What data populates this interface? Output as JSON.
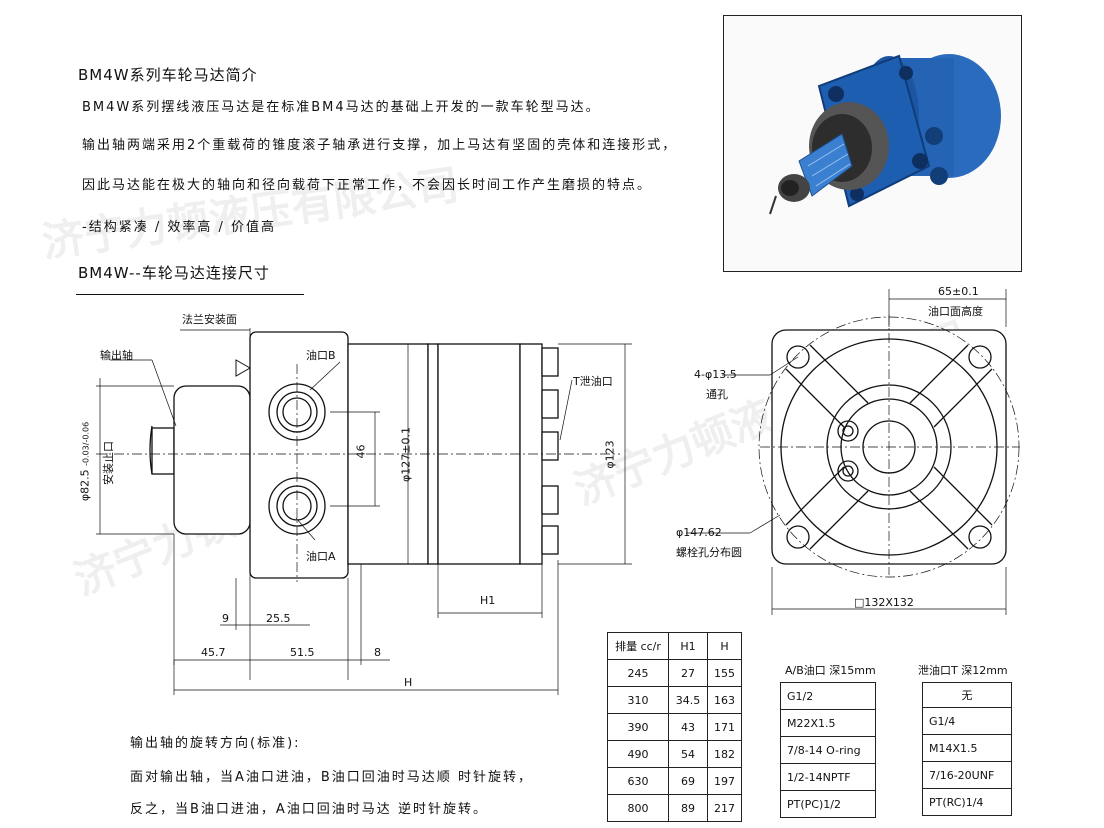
{
  "intro": {
    "title": "BM4W系列车轮马达简介",
    "line1": "BM4W系列摆线液压马达是在标准BM4马达的基础上开发的一款车轮型马达。",
    "line2": "输出轴两端采用2个重载荷的锥度滚子轴承进行支撑，加上马达有坚固的壳体和连接形式，",
    "line3": "因此马达能在极大的轴向和径向载荷下正常工作，不会因长时间工作产生磨损的特点。",
    "features": "-结构紧凑  / 效率高  / 价值高"
  },
  "dims_title": "BM4W--车轮马达连接尺寸",
  "drawing": {
    "flange_face": "法兰安装面",
    "output_shaft": "输出轴",
    "port_b": "油口B",
    "port_a": "油口A",
    "drain_port": "T泄油口",
    "pilot_dia": "φ82.5",
    "pilot_tol": "-0.03/-0.06",
    "pilot_label": "安装止口",
    "dim_46": "46",
    "dim_127": "φ127±0.1",
    "dim_123": "φ123",
    "dim_9": "9",
    "dim_25_5": "25.5",
    "dim_45_7": "45.7",
    "dim_51_5": "51.5",
    "dim_8": "8",
    "dim_h1": "H1",
    "dim_h": "H",
    "dim_65": "65±0.1",
    "port_height": "油口面高度",
    "holes": "4-φ13.5",
    "holes_sub": "通孔",
    "bolt_circle": "φ147.62",
    "bolt_circle_sub": "螺栓孔分布圆",
    "square": "□132X132"
  },
  "rotation": {
    "title": "输出轴的旋转方向(标准):",
    "line1": "面对输出轴，当A油口进油，B油口回油时马达顺 时针旋转，",
    "line2": "反之，当B油口进油，A油口回油时马达 逆时针旋转。"
  },
  "data_table": {
    "headers": [
      "排量 cc/r",
      "H1",
      "H"
    ],
    "rows": [
      [
        "245",
        "27",
        "155"
      ],
      [
        "310",
        "34.5",
        "163"
      ],
      [
        "390",
        "43",
        "171"
      ],
      [
        "490",
        "54",
        "182"
      ],
      [
        "630",
        "69",
        "197"
      ],
      [
        "800",
        "89",
        "217"
      ]
    ]
  },
  "ab_ports": {
    "title": "A/B油口 深15mm",
    "items": [
      "G1/2",
      "M22X1.5",
      "7/8-14 O-ring",
      "1/2-14NPTF",
      "PT(PC)1/2"
    ]
  },
  "t_ports": {
    "title": "泄油口T 深12mm",
    "items": [
      "无",
      "G1/4",
      "M14X1.5",
      "7/16-20UNF",
      "PT(RC)1/4"
    ]
  },
  "watermark": "济宁力顿液压有限公司",
  "colors": {
    "motor_blue": "#1f5fb0",
    "line": "#111111"
  }
}
